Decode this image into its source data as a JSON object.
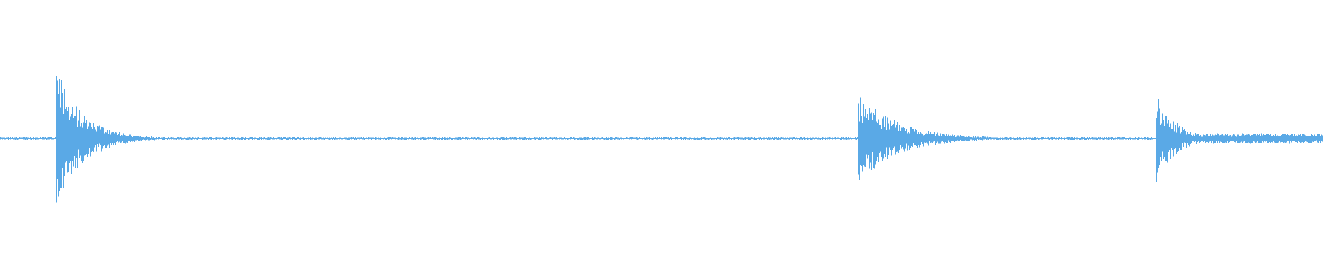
{
  "waveform": {
    "color": "#5aa9e6",
    "baseline_color": "#5aa9e6",
    "noise_floor": 0.02,
    "bursts": [
      {
        "onset": 0.042,
        "peak_amplitude": 1.0,
        "decay_fraction": 0.02
      },
      {
        "onset": 0.648,
        "peak_amplitude": 0.64,
        "decay_fraction": 0.03
      },
      {
        "onset": 0.874,
        "peak_amplitude": 0.66,
        "decay_fraction": 0.014
      }
    ],
    "tail_segment": {
      "start": 0.91,
      "end": 1.0,
      "amplitude": 0.07
    }
  }
}
